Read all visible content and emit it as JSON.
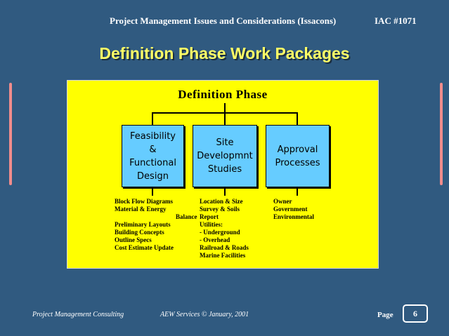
{
  "header": {
    "title": "Project Management Issues and Considerations (Issacons)",
    "code": "IAC #1071"
  },
  "slide": {
    "title": "Definition Phase Work Packages"
  },
  "diagram": {
    "root": "Definition Phase",
    "boxes": [
      {
        "label": "Feasibility\n&\nFunctional\nDesign",
        "items": [
          "Block Flow Diagrams",
          "Material & Energy",
          "Balance",
          "Preliminary Layouts",
          "Building Concepts",
          "Outline Specs",
          "Cost Estimate Update"
        ]
      },
      {
        "label": "Site\nDevelopmnt\nStudies",
        "items": [
          "Location & Size",
          "Survey & Soils",
          "Report",
          "Utilities:",
          "- Underground",
          "- Overhead",
          "Railroad & Roads",
          "Marine Facilities"
        ]
      },
      {
        "label": "Approval\nProcesses",
        "items": [
          "Owner",
          "Government",
          "Environmental"
        ]
      }
    ]
  },
  "footer": {
    "left": "Project Management Consulting",
    "center": "AEW Services © January, 2001",
    "page_label": "Page",
    "page_number": "6"
  },
  "colors": {
    "background": "#305a80",
    "title": "#ffff66",
    "diagram_bg": "#ffff00",
    "box_fill": "#66ccff",
    "side_bar": "#f08c8c"
  }
}
